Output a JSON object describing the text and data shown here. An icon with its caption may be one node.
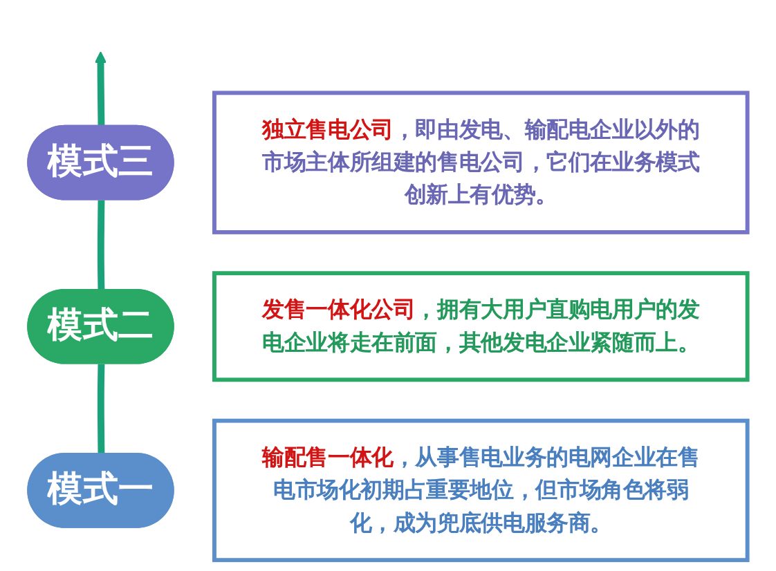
{
  "diagram": {
    "nodes": [
      {
        "text": [
          "模式三"
        ]
      },
      {
        "text": [
          "**独立售电公司**，即由发电、输配电企业以外的市场主体所组建的售电公司，它们在业务模式创新上有优势。"
        ]
      },
      {
        "text": [
          "模式二"
        ]
      },
      {
        "text": [
          "**发售一体化公司**，拥有大用户直购电用户的发电企业将走在前面，其他发电企业紧随而上。"
        ]
      },
      {
        "text": [
          "模式一"
        ]
      },
      {
        "text": [
          "**输配售一体化**，从事售电业务的电网企业在售电市场化初期占重要地位，但市场角色将弱化，成为兜底供电服务商。"
        ]
      }
    ],
    "edges": [
      {
        "from": 4,
        "to": 2,
        "arrow": "none"
      },
      {
        "from": 2,
        "to": 0,
        "arrow": "none"
      },
      {
        "from": 0,
        "to": null,
        "arrow": "to"
      }
    ]
  }
}
